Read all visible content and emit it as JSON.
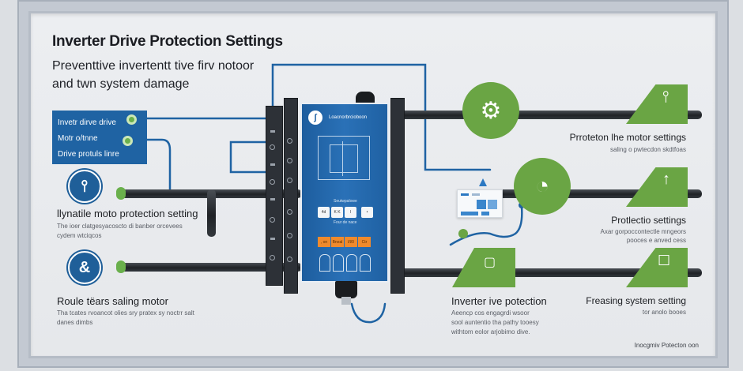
{
  "header": {
    "title": "Inverter Drive Protection Settings",
    "subtitle_line1": "Preventtive invertentt tive firv notoor",
    "subtitle_line2": "and twn system damage"
  },
  "left_panel": {
    "items": [
      {
        "label": "Invetr dirve drive"
      },
      {
        "label": "Motr o/tnne"
      },
      {
        "label": "Drive protuls linre"
      }
    ]
  },
  "left_sections": [
    {
      "icon": "wrench-icon",
      "title": "llynatile moto protection setting",
      "desc_line1": "The ioer clatgesyacoscto di banber orcevees",
      "desc_line2": "cydem wtciqcos"
    },
    {
      "icon": "motor-icon",
      "title": "Roule tëars saling motor",
      "desc_line1": "Tha tcates rvoancot olies sry pratex sy noctrr salt",
      "desc_line2": "danes dimbs"
    }
  ],
  "device": {
    "brand": "Loacnorbrcioboon",
    "button_label": "Seutwpalowe",
    "buttons": [
      "4d",
      "K K",
      "I",
      "•"
    ],
    "button_sub": "Four de nace",
    "orange_buttons": [
      ", on",
      "Bneal",
      "l/l/0",
      "Ctr"
    ]
  },
  "right_sections": [
    {
      "icon": "gear-icon",
      "side_icon": "fork-icon",
      "title": "Prroteton lhe motor settings",
      "desc_line1": "saling o pwtecdon skdtfoas",
      "desc_line2": ""
    },
    {
      "icon": "gauge-icon",
      "side_icon": "hook-icon",
      "title": "Protlectio settings",
      "desc_line1": "Axar gorpoccontectle mngeors",
      "desc_line2": "pooces e anved cess"
    },
    {
      "icon": "device-icon",
      "title": "Inverter ive potection",
      "desc_line1": "Aeencp cos engagrdi wsoor",
      "desc_line2": "sool auntentio tha pathy tooesy",
      "desc_line3": "withtom eolor arjobimo dive."
    },
    {
      "icon": "hand-icon",
      "title": "Freasing system setting",
      "desc_line1": "tor anolo booes"
    }
  ],
  "footer": {
    "note": "Inocgmiv Potecton oon"
  },
  "colors": {
    "accent_blue": "#1f63a3",
    "accent_green": "#6aa544",
    "orange": "#f08a2c",
    "pipe": "#24282d"
  }
}
